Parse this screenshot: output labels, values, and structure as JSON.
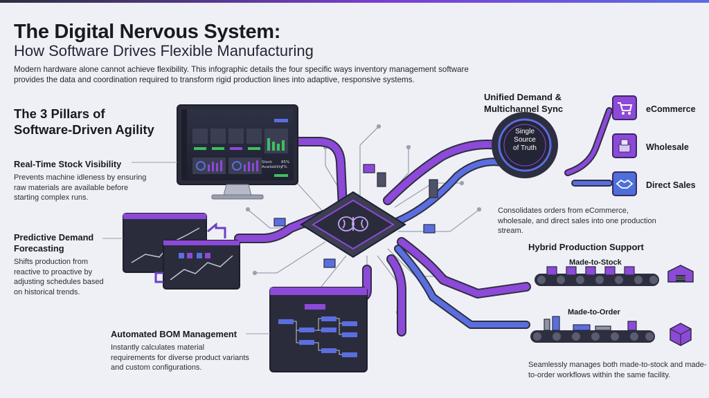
{
  "header": {
    "title": "The Digital Nervous System:",
    "subtitle": "How Software Drives Flexible Manufacturing",
    "intro": "Modern hardware alone cannot achieve flexibility. This infographic details the four specific ways inventory management software provides the data and coordination required to transform rigid production lines into adaptive, responsive systems."
  },
  "pillars": {
    "heading_line1": "The 3 Pillars of",
    "heading_line2": "Software-Driven Agility",
    "items": [
      {
        "title": "Real-Time Stock Visibility",
        "desc": "Prevents machine idleness by ensuring raw materials are available before starting complex runs."
      },
      {
        "title_line1": "Predictive Demand",
        "title_line2": "Forecasting",
        "desc": "Shifts production from reactive to proactive by adjusting schedules based on historical trends."
      },
      {
        "title": "Automated BOM Management",
        "desc": "Instantly calculates material requirements for diverse product variants and custom configurations."
      }
    ]
  },
  "demand": {
    "title_line1": "Unified Demand &",
    "title_line2": "Multichannel Sync",
    "hub_line1": "Single",
    "hub_line2": "Source",
    "hub_line3": "of Truth",
    "desc": "Consolidates orders from eCommerce, wholesale, and direct sales into one production stream.",
    "channels": [
      {
        "label": "eCommerce",
        "icon": "shopping-cart-icon",
        "color": "#8d49d8"
      },
      {
        "label": "Wholesale",
        "icon": "boxes-icon",
        "color": "#8d49d8"
      },
      {
        "label": "Direct Sales",
        "icon": "handshake-icon",
        "color": "#4d6fd9"
      }
    ]
  },
  "hybrid": {
    "title": "Hybrid Production Support",
    "mts_label": "Made-to-Stock",
    "mto_label": "Made-to-Order",
    "desc": "Seamlessly manages both made-to-stock and made-to-order workflows within the same facility."
  },
  "monitor": {
    "label_line1": "Stock",
    "label_line2": "Availability",
    "value_line1": "85%",
    "value_line2": "7%"
  },
  "colors": {
    "purple": "#8d49d8",
    "blue": "#4d6fd9",
    "dark": "#2a2c3c",
    "background": "#eef0f5"
  }
}
